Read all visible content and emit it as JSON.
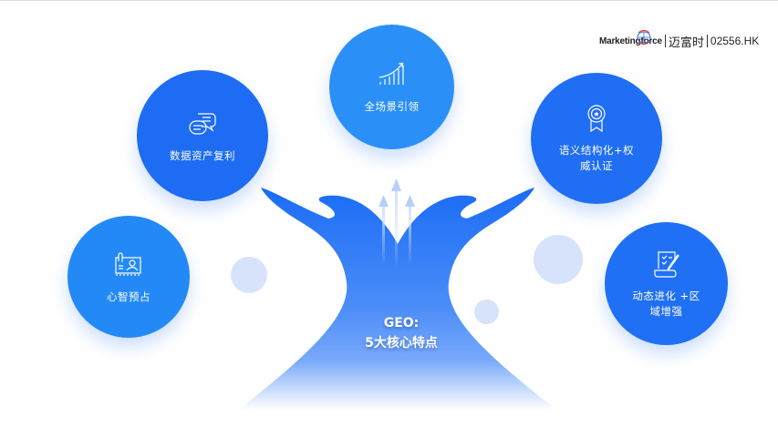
{
  "logo": {
    "brand": "Marketingforce",
    "chinese_name": "迈富时",
    "stock_code": "02556.HK"
  },
  "center": {
    "title": "GEO:",
    "subtitle": "5大核心特点"
  },
  "features": [
    {
      "label": "全场景引领",
      "icon": "growth-chart-icon",
      "color": "#2a90f7"
    },
    {
      "label": "数据资产复利",
      "icon": "chat-bubbles-icon",
      "color": "#1d6cf3"
    },
    {
      "label": "语义结构化+权威认证",
      "icon": "award-medal-icon",
      "color": "#1f6ef4"
    },
    {
      "label": "心智预占",
      "icon": "id-card-icon",
      "color": "#2389f7"
    },
    {
      "label": "动态进化 +区域增强",
      "icon": "document-edit-icon",
      "color": "#1f70f4"
    }
  ],
  "colors": {
    "primary_blue": "#1d6cf3",
    "light_blue": "#2a90f7",
    "dot_color": "#d6e3fb",
    "tree_top": "#1f6ef6",
    "tree_bottom": "#ffffff"
  }
}
